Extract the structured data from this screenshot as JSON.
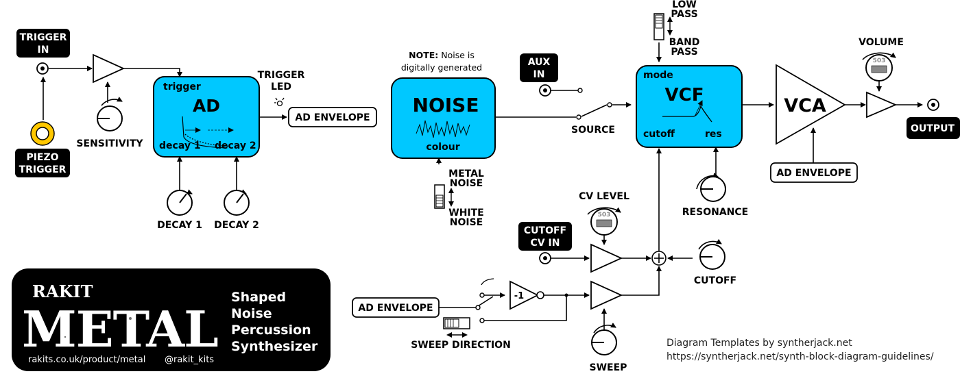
{
  "colors": {
    "module": "#00c8ff",
    "piezo": "#ffc800",
    "black": "#000000",
    "white": "#ffffff"
  },
  "inputs": {
    "trigger_in": [
      "TRIGGER",
      "IN"
    ],
    "piezo": [
      "PIEZO",
      "TRIGGER"
    ],
    "aux_in": [
      "AUX",
      "IN"
    ],
    "cutoff_cv_in": [
      "CUTOFF",
      "CV IN"
    ]
  },
  "outputs": {
    "output": "OUTPUT"
  },
  "knobs": {
    "sensitivity": "SENSITIVITY",
    "decay1": "DECAY 1",
    "decay2": "DECAY 2",
    "cv_level": "CV LEVEL",
    "resonance": "RESONANCE",
    "cutoff": "CUTOFF",
    "sweep": "SWEEP",
    "volume": "VOLUME"
  },
  "trimmer_value": "503",
  "ad_block": {
    "trigger": "trigger",
    "title": "AD",
    "decay1": "decay 1",
    "decay2": "decay 2"
  },
  "trigger_led": [
    "TRIGGER",
    "LED"
  ],
  "ad_envelope": "AD ENVELOPE",
  "noise_block": {
    "title": "NOISE",
    "colour": "colour"
  },
  "note": {
    "bold": "NOTE:",
    "line1": " Noise is",
    "line2": "digitally generated"
  },
  "noise_switch": {
    "top": [
      "METAL",
      "NOISE"
    ],
    "bottom": [
      "WHITE",
      "NOISE"
    ]
  },
  "source": "SOURCE",
  "vcf_block": {
    "mode": "mode",
    "title": "VCF",
    "cutoff": "cutoff",
    "res": "res"
  },
  "filter_switch": {
    "top": [
      "LOW",
      "PASS"
    ],
    "bottom": [
      "BAND",
      "PASS"
    ]
  },
  "vca": "VCA",
  "inverter": "-1",
  "sweep_direction": "SWEEP DIRECTION",
  "brand": {
    "small": "RAKIT",
    "big": "METAL",
    "url": "rakits.co.uk/product/metal",
    "handle": "@rakit_kits",
    "tagline": [
      "Shaped",
      "Noise",
      "Percussion",
      "Synthesizer"
    ]
  },
  "credits": [
    "Diagram Templates by syntherjack.net",
    "https://syntherjack.net/synth-block-diagram-guidelines/"
  ]
}
